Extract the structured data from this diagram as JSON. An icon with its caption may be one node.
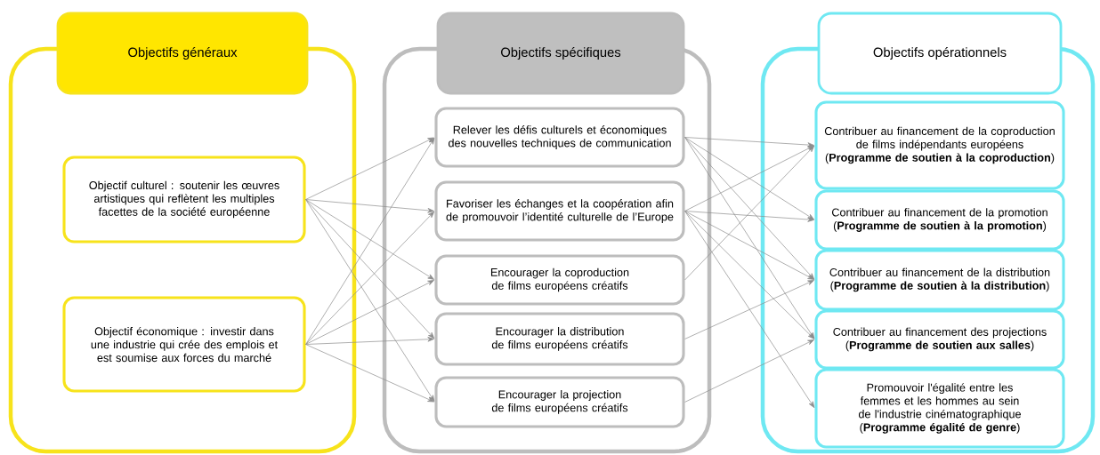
{
  "diagram": {
    "nodes": [
      {
        "text": [
          "Objectifs généraux"
        ]
      },
      {
        "text": [
          "Objectif culturel : soutenir les œuvres artistiques qui reflètent les multiples facettes de la société européenne"
        ],
        "in": 0
      },
      {
        "text": [
          "Objectif économique : investir dans une industrie qui crée des emplois et est soumise aux forces du marché"
        ],
        "in": 0
      },
      {
        "text": [
          "Objectifs spécifiques"
        ]
      },
      {
        "text": [
          "Relever les défis culturels et économiques des nouvelles techniques de communication"
        ],
        "in": 3
      },
      {
        "text": [
          "Favoriser les échanges et la coopération afin de promouvoir l’identité culturelle de l’Europe"
        ],
        "in": 3
      },
      {
        "text": [
          "Encourager la coproduction de films européens créatifs"
        ],
        "in": 3
      },
      {
        "text": [
          "Encourager la distribution de films européens créatifs"
        ],
        "in": 3
      },
      {
        "text": [
          "Encourager la projection de films européens créatifs"
        ],
        "in": 3
      },
      {
        "text": [
          "Objectifs opérationnels"
        ]
      },
      {
        "text": [
          "Contribuer au financement de la coproduction de films indépendants européens (**Programme de soutien à la coproduction**)"
        ],
        "in": 9
      },
      {
        "text": [
          "Contribuer au financement de la promotion (**Programme de soutien à la promotion**)"
        ],
        "in": 9
      },
      {
        "text": [
          "Contribuer au financement de la distribution (**Programme de soutien à la distribution**)"
        ],
        "in": 9
      },
      {
        "text": [
          "Contribuer au financement des projections (**Programme de soutien aux salles**)"
        ],
        "in": 9
      },
      {
        "text": [
          "Promouvoir l'égalité entre les femmes et les hommes au sein de l'industrie cinématographique (**Programme égalité de genre**)"
        ],
        "in": 9
      }
    ],
    "edges": [
      {
        "from": 1,
        "to": 4,
        "arrow": "to"
      },
      {
        "from": 1,
        "to": 5,
        "arrow": "to"
      },
      {
        "from": 1,
        "to": 6,
        "arrow": "to"
      },
      {
        "from": 1,
        "to": 7,
        "arrow": "to"
      },
      {
        "from": 1,
        "to": 8,
        "arrow": "to"
      },
      {
        "from": 2,
        "to": 4,
        "arrow": "to"
      },
      {
        "from": 2,
        "to": 5,
        "arrow": "to"
      },
      {
        "from": 2,
        "to": 6,
        "arrow": "to"
      },
      {
        "from": 2,
        "to": 7,
        "arrow": "to"
      },
      {
        "from": 2,
        "to": 8,
        "arrow": "to"
      },
      {
        "from": 4,
        "to": 10,
        "arrow": "to"
      },
      {
        "from": 4,
        "to": 11,
        "arrow": "to"
      },
      {
        "from": 4,
        "to": 12,
        "arrow": "to"
      },
      {
        "from": 4,
        "to": 13,
        "arrow": "to"
      },
      {
        "from": 5,
        "to": 10,
        "arrow": "to"
      },
      {
        "from": 5,
        "to": 11,
        "arrow": "to"
      },
      {
        "from": 5,
        "to": 12,
        "arrow": "to"
      },
      {
        "from": 5,
        "to": 13,
        "arrow": "to"
      },
      {
        "from": 5,
        "to": 14,
        "arrow": "to"
      },
      {
        "from": 6,
        "to": 10,
        "arrow": "to"
      },
      {
        "from": 7,
        "to": 12,
        "arrow": "to"
      },
      {
        "from": 8,
        "to": 13,
        "arrow": "to"
      }
    ]
  }
}
